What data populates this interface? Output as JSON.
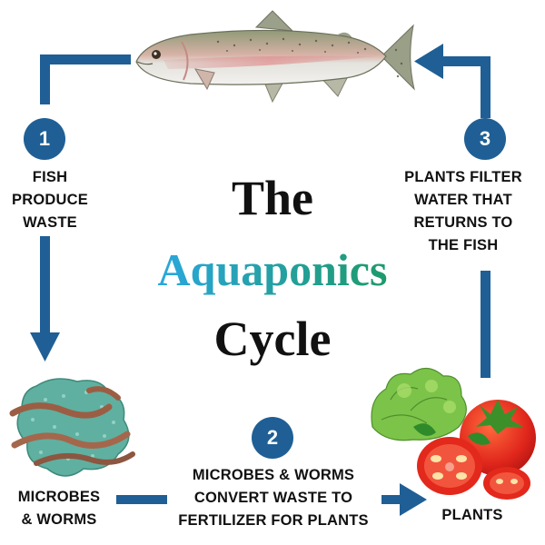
{
  "title": {
    "line1": "The",
    "line2": "Aquaponics",
    "line3": "Cycle"
  },
  "steps": [
    {
      "number": "1",
      "text_lines": [
        "FISH",
        "PRODUCE",
        "WASTE"
      ]
    },
    {
      "number": "2",
      "text_lines": [
        "MICROBES & WORMS",
        "CONVERT WASTE TO",
        "FERTILIZER FOR PLANTS"
      ]
    },
    {
      "number": "3",
      "text_lines": [
        "PLANTS FILTER",
        "WATER THAT",
        "RETURNS TO",
        "THE FISH"
      ]
    }
  ],
  "nodes": {
    "microbes_label_lines": [
      "MICROBES",
      "& WORMS"
    ],
    "plants_label": "PLANTS"
  },
  "icons": [
    "fish-icon",
    "microbes-worms-icon",
    "plants-icon",
    "arrow-icon"
  ],
  "colors": {
    "arrow": "#1f5f95",
    "badge": "#1f5f95",
    "title_dark": "#111111",
    "gradient_start": "#2aa7dd",
    "gradient_end": "#1e9a6a"
  }
}
